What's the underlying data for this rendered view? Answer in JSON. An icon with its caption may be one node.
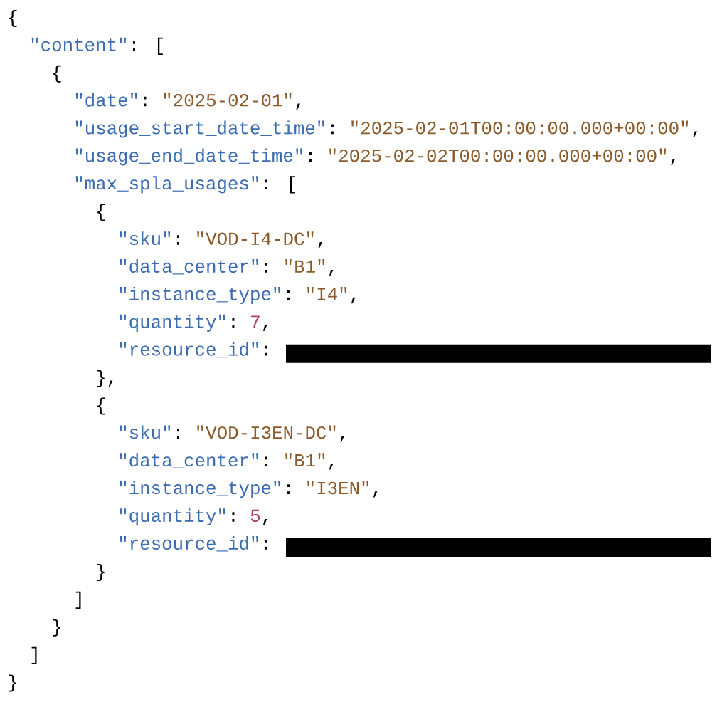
{
  "diagram": {
    "labels": [
      "{",
      "\"content\"",
      ": [",
      "{",
      "\"date\"",
      ":",
      "\"2025-02-01\"",
      ",",
      "\"usage_start_date_time\"",
      ":",
      "\"2025-02-01T00:00:00.000+00:00\"",
      ",",
      "\"usage_end_date_time\"",
      ":",
      "\"2025-02-02T00:00:00.000+00:00\"",
      ",",
      "\"max_spla_usages\"",
      ": [",
      "{",
      "\"sku\"",
      ":",
      "\"VOD-I4-DC\"",
      ",",
      "\"data_center\"",
      ":",
      "\"B1\"",
      ",",
      "\"instance_type\"",
      ":",
      "\"I4\"",
      ",",
      "\"quantity\"",
      ":",
      "7",
      ",",
      "\"resource_id\"",
      ":",
      "},",
      "{",
      "\"sku\"",
      ":",
      "\"VOD-I3EN-DC\"",
      ",",
      "\"data_center\"",
      ":",
      "\"B1\"",
      ",",
      "\"instance_type\"",
      ":",
      "\"I3EN\"",
      ",",
      "\"quantity\"",
      ":",
      "5",
      ",",
      "\"resource_id\"",
      ":",
      "}",
      "]",
      "}",
      "]",
      "}"
    ]
  }
}
